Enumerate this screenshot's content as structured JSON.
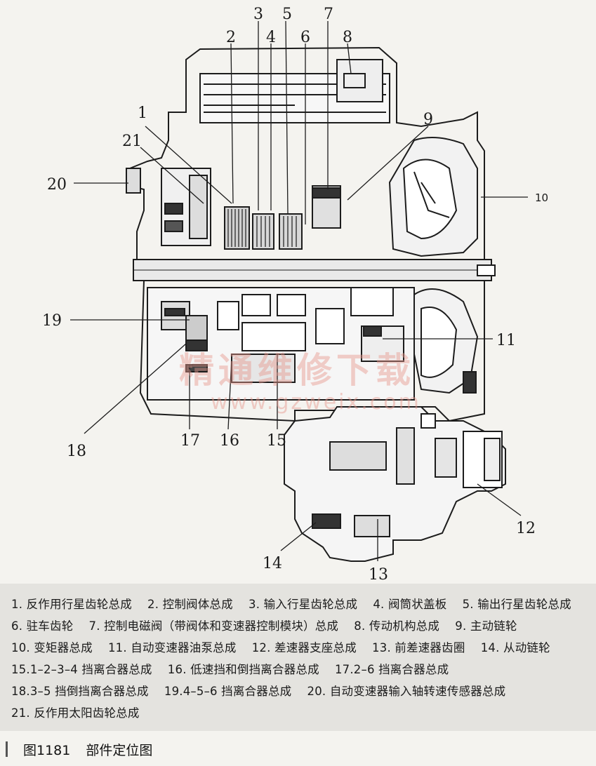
{
  "callouts": [
    {
      "id": "1"
    },
    {
      "id": "2"
    },
    {
      "id": "3"
    },
    {
      "id": "4"
    },
    {
      "id": "5"
    },
    {
      "id": "6"
    },
    {
      "id": "7"
    },
    {
      "id": "8"
    },
    {
      "id": "9"
    },
    {
      "id": "10"
    },
    {
      "id": "11"
    },
    {
      "id": "12"
    },
    {
      "id": "13"
    },
    {
      "id": "14"
    },
    {
      "id": "15"
    },
    {
      "id": "16"
    },
    {
      "id": "17"
    },
    {
      "id": "18"
    },
    {
      "id": "19"
    },
    {
      "id": "20"
    },
    {
      "id": "21"
    }
  ],
  "watermark": {
    "text": "精通维修下载",
    "url": "www.gzweix.com"
  },
  "caption_items": [
    "1. 反作用行星齿轮总成",
    "2. 控制阀体总成",
    "3. 输入行星齿轮总成",
    "4. 阀筒状盖板",
    "5. 输出行星齿轮总成",
    "6. 驻车齿轮",
    "7. 控制电磁阀（带阀体和变速器控制模块）总成",
    "8. 传动机构总成",
    "9. 主动链轮",
    "10. 变矩器总成",
    "11. 自动变速器油泵总成",
    "12. 差速器支座总成",
    "13. 前差速器齿圈",
    "14. 从动链轮",
    "15.1–2–3–4 挡离合器总成",
    "16. 低速挡和倒挡离合器总成",
    "17.2–6 挡离合器总成",
    "18.3–5 挡倒挡离合器总成",
    "19.4–5–6 挡离合器总成",
    "20. 自动变速器输入轴转速传感器总成",
    "21. 反作用太阳齿轮总成"
  ],
  "figure_number": "图1181",
  "figure_title": "部件定位图"
}
